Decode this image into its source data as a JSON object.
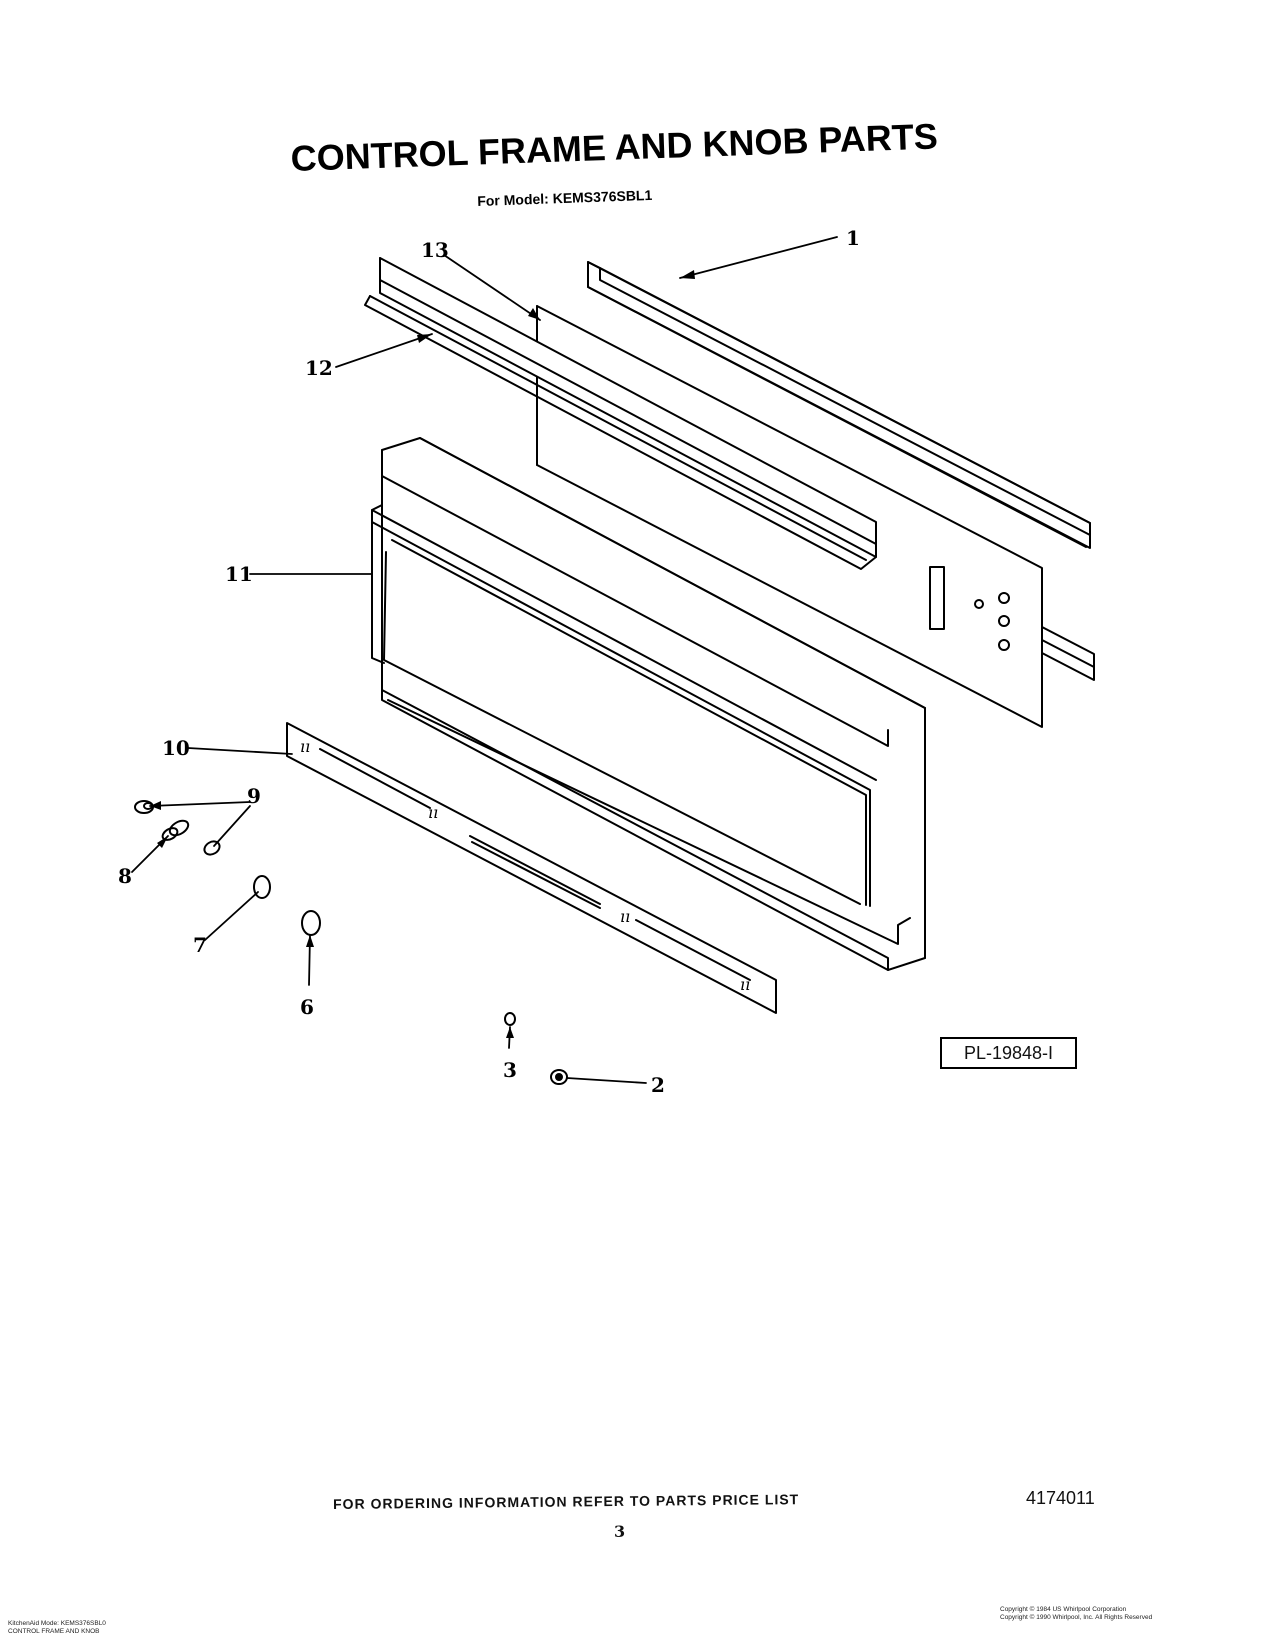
{
  "header": {
    "title": "CONTROL FRAME AND KNOB PARTS",
    "subtitle": "For Model: KEMS376SBL1"
  },
  "callouts": [
    "1",
    "2",
    "3",
    "6",
    "7",
    "8",
    "9",
    "10",
    "11",
    "12",
    "13"
  ],
  "diagram_code": "PL-19848-I",
  "footer": {
    "ordering_note": "FOR ORDERING INFORMATION REFER TO PARTS PRICE LIST",
    "page_number": "3",
    "document_number": "4174011",
    "bottom_left_line1": "KitchenAid Mode: KEMS376SBL0",
    "bottom_left_line2": "CONTROL FRAME AND KNOB",
    "bottom_right_line1": "Copyright © 1984 US Whirlpool Corporation",
    "bottom_right_line2": "Copyright © 1990 Whirlpool, Inc. All Rights Reserved"
  }
}
